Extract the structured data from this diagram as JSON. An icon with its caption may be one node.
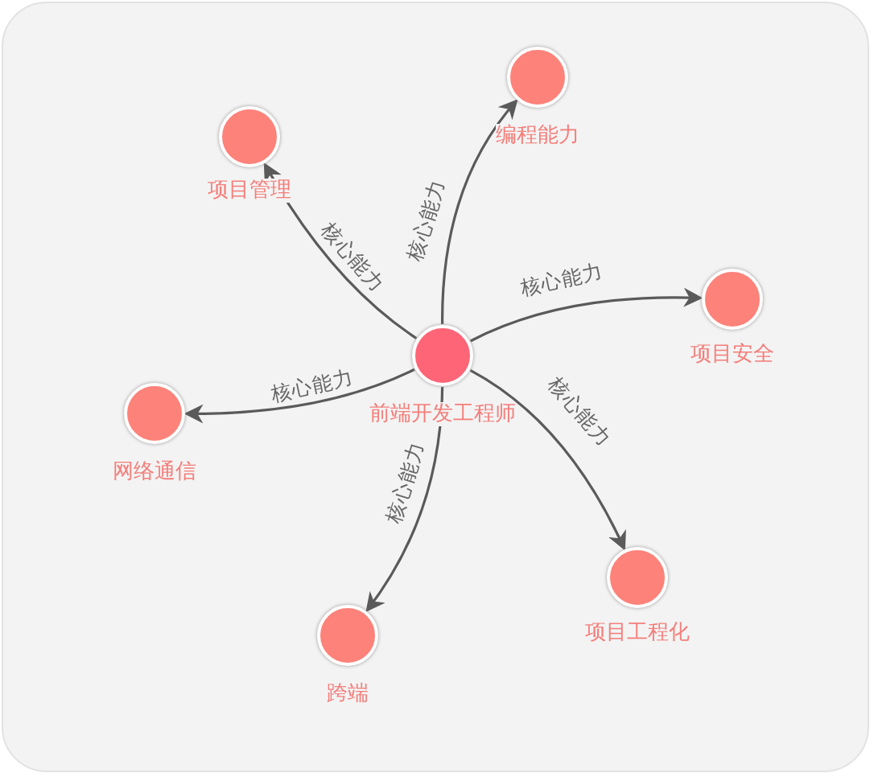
{
  "diagram": {
    "nodes": [
      {
        "text": [
          "前端开发工程师"
        ]
      },
      {
        "text": [
          "项目管理"
        ]
      },
      {
        "text": [
          "编程能力"
        ]
      },
      {
        "text": [
          "项目安全"
        ]
      },
      {
        "text": [
          "网络通信"
        ]
      },
      {
        "text": [
          "项目工程化"
        ]
      },
      {
        "text": [
          "跨端"
        ]
      }
    ],
    "edges": [
      {
        "from": 0,
        "to": 1,
        "arrow": "to",
        "label": "核心能力"
      },
      {
        "from": 0,
        "to": 2,
        "arrow": "to",
        "label": "核心能力"
      },
      {
        "from": 0,
        "to": 3,
        "arrow": "to",
        "label": "核心能力"
      },
      {
        "from": 0,
        "to": 4,
        "arrow": "to",
        "label": "核心能力"
      },
      {
        "from": 0,
        "to": 5,
        "arrow": "to",
        "label": "核心能力"
      },
      {
        "from": 0,
        "to": 6,
        "arrow": "to",
        "label": "核心能力"
      }
    ]
  }
}
